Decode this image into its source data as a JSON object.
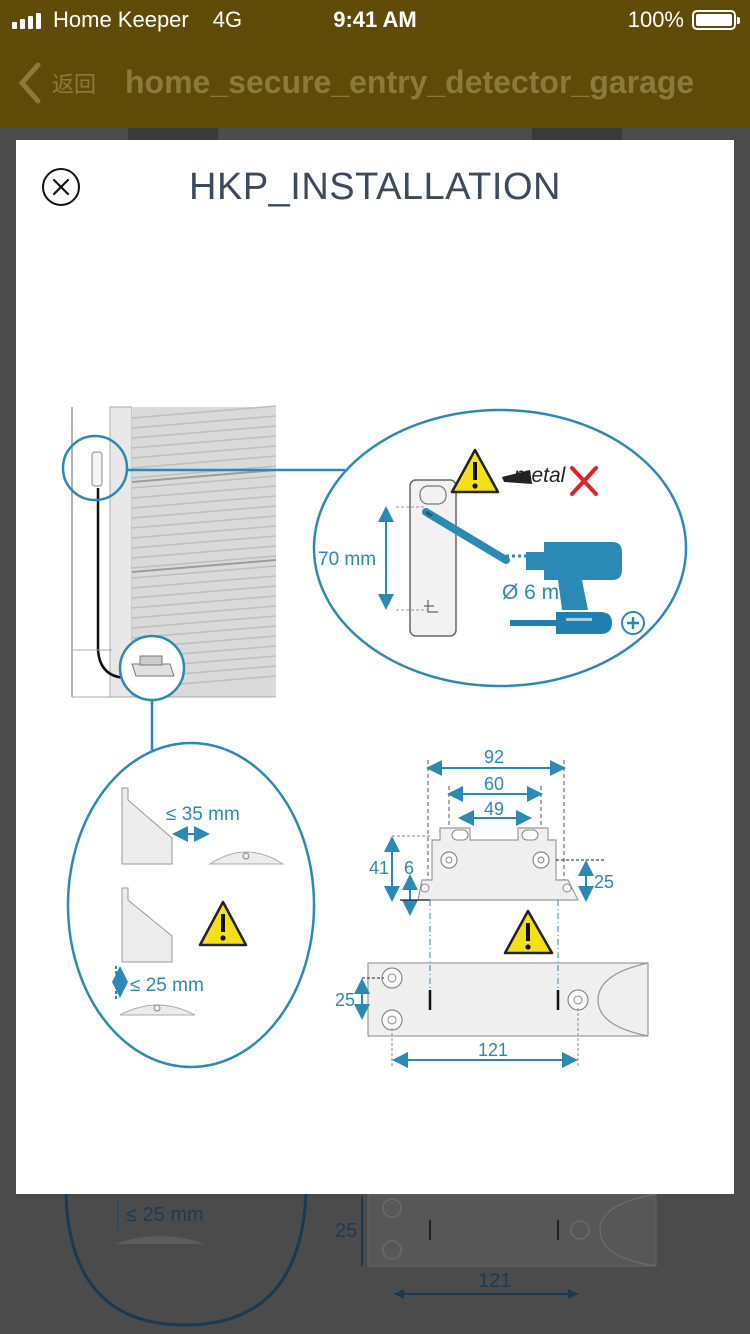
{
  "status_bar": {
    "carrier": "Home Keeper",
    "network": "4G",
    "time": "9:41 AM",
    "battery": "100%",
    "battery_level": 1.0
  },
  "nav": {
    "back_label": "返回",
    "title": "home_secure_entry_detector_garage"
  },
  "modal": {
    "title": "HKP_INSTALLATION"
  },
  "illustration": {
    "height_label": "70 mm",
    "drill_diameter": "Ø 6 mm",
    "metal_label": "metal",
    "gap_max": "≤ 35 mm",
    "offset_max": "≤ 25 mm",
    "dim_92": "92",
    "dim_60": "60",
    "dim_49": "49",
    "dim_41": "41",
    "dim_6": "6",
    "dim_25_right": "25",
    "dim_25_left": "25",
    "dim_121": "121"
  },
  "background": {
    "offset_max": "≤ 25 mm",
    "dim_25": "25",
    "dim_121": "121"
  },
  "colors": {
    "header": "#5f4b07",
    "accent_blue": "#2b8ab5",
    "warning_yellow": "#f4e01a",
    "screwdriver_blue": "#1f7fb0",
    "cross_red": "#e0202a"
  }
}
